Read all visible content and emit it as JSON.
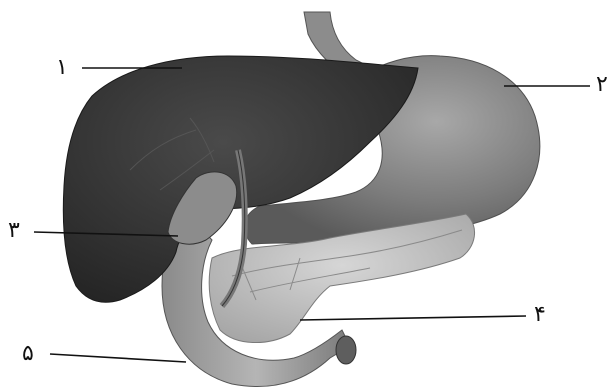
{
  "labels": {
    "l1": "۱",
    "l2": "۲",
    "l3": "۳",
    "l4": "۴",
    "l5": "۵"
  }
}
